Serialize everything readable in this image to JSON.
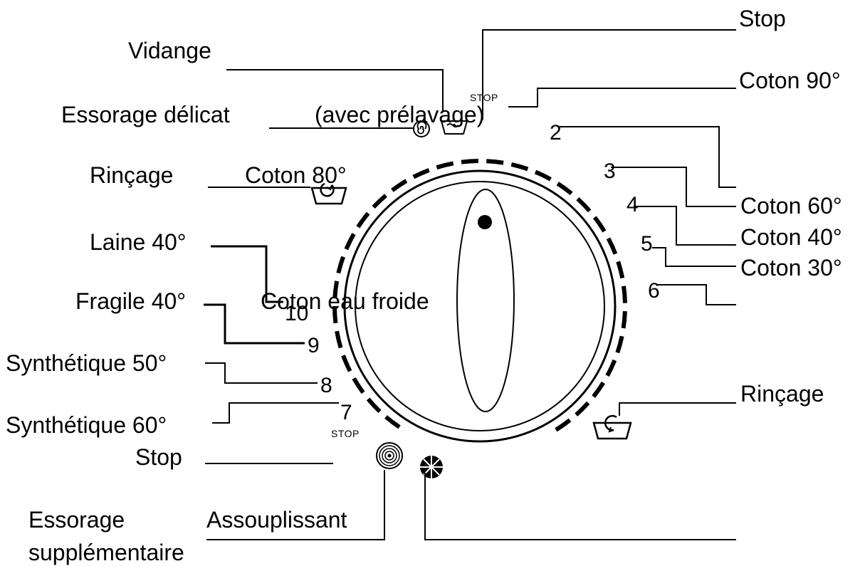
{
  "labels": {
    "stop_top": "Stop",
    "vidange": "Vidange",
    "coton_90": "Coton 90°",
    "essorage_delicat": "Essorage délicat",
    "avec_prelavage": "(avec prélavage)",
    "rincage_left": "Rinçage",
    "coton_80": "Coton 80°",
    "coton_60": "Coton 60°",
    "coton_40": "Coton 40°",
    "coton_30": "Coton 30°",
    "laine_40": "Laine 40°",
    "fragile_40": "Fragile 40°",
    "coton_eau_froide": "Coton eau froide",
    "synthetique_50": "Synthétique 50°",
    "synthetique_60": "Synthétique 60°",
    "rincage_right": "Rinçage",
    "stop_bottom": "Stop",
    "essorage": "Essorage",
    "supplementaire": "supplémentaire",
    "assouplissant": "Assouplissant"
  },
  "dial": {
    "stop_mark_top": "STOP",
    "stop_mark_bottom": "STOP",
    "numbers": {
      "n2": "2",
      "n3": "3",
      "n4": "4",
      "n5": "5",
      "n6": "6",
      "n7": "7",
      "n8": "8",
      "n9": "9",
      "n10": "10"
    }
  },
  "icons": {
    "spiral_small": "spiral-icon",
    "drain_basin": "drain-basin-icon",
    "rinse_basin": "rinse-basin-icon",
    "spiral_large": "spin-spiral-icon",
    "softener": "softener-flower-icon"
  }
}
